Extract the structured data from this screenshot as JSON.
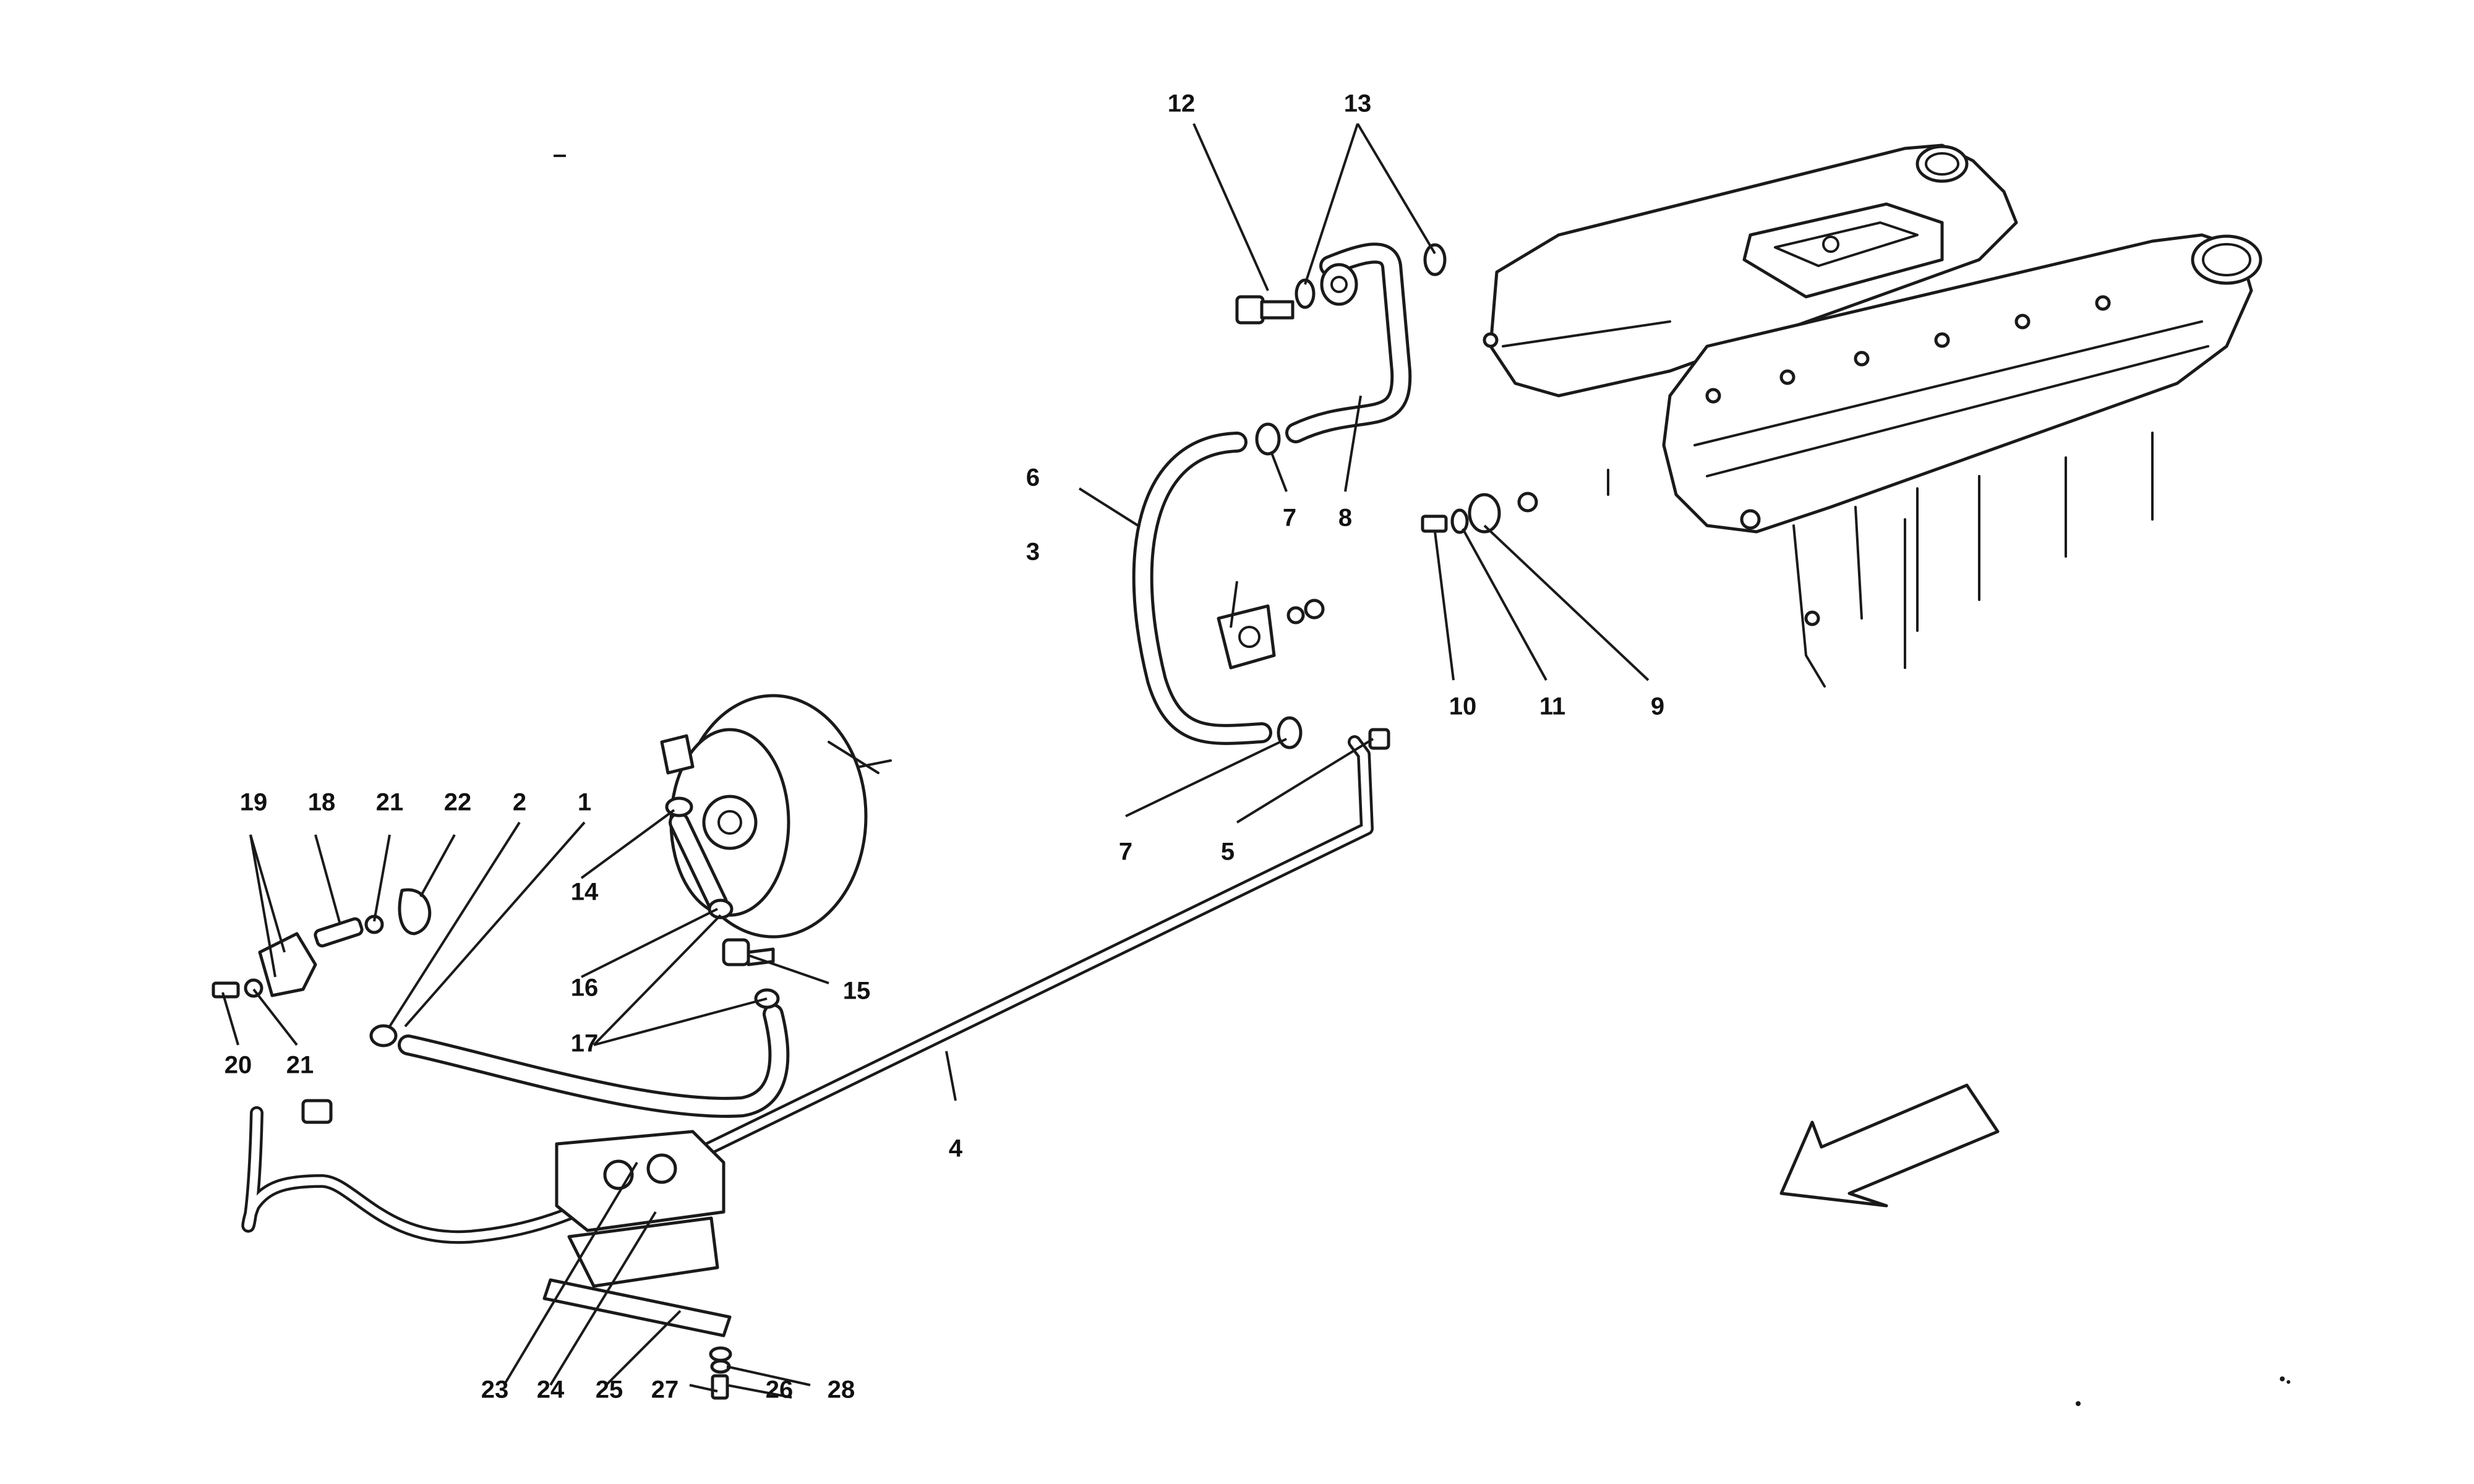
{
  "callouts": [
    {
      "id": "c1",
      "text": "1"
    },
    {
      "id": "c2",
      "text": "2"
    },
    {
      "id": "c3",
      "text": "3"
    },
    {
      "id": "c4",
      "text": "4"
    },
    {
      "id": "c5",
      "text": "5"
    },
    {
      "id": "c6",
      "text": "6"
    },
    {
      "id": "c7a",
      "text": "7"
    },
    {
      "id": "c7b",
      "text": "7"
    },
    {
      "id": "c8",
      "text": "8"
    },
    {
      "id": "c9",
      "text": "9"
    },
    {
      "id": "c10",
      "text": "10"
    },
    {
      "id": "c11",
      "text": "11"
    },
    {
      "id": "c12",
      "text": "12"
    },
    {
      "id": "c13",
      "text": "13"
    },
    {
      "id": "c14",
      "text": "14"
    },
    {
      "id": "c15",
      "text": "15"
    },
    {
      "id": "c16",
      "text": "16"
    },
    {
      "id": "c17",
      "text": "17"
    },
    {
      "id": "c18",
      "text": "18"
    },
    {
      "id": "c19",
      "text": "19"
    },
    {
      "id": "c20",
      "text": "20"
    },
    {
      "id": "c21a",
      "text": "21"
    },
    {
      "id": "c21b",
      "text": "21"
    },
    {
      "id": "c22",
      "text": "22"
    },
    {
      "id": "c23",
      "text": "23"
    },
    {
      "id": "c24",
      "text": "24"
    },
    {
      "id": "c25",
      "text": "25"
    },
    {
      "id": "c26",
      "text": "26"
    },
    {
      "id": "c27",
      "text": "27"
    },
    {
      "id": "c28",
      "text": "28"
    }
  ],
  "colors": {
    "ink": "#1a1a1a",
    "paper": "#ffffff"
  },
  "icons": {
    "direction_arrow": "arrow-left-down-icon"
  }
}
